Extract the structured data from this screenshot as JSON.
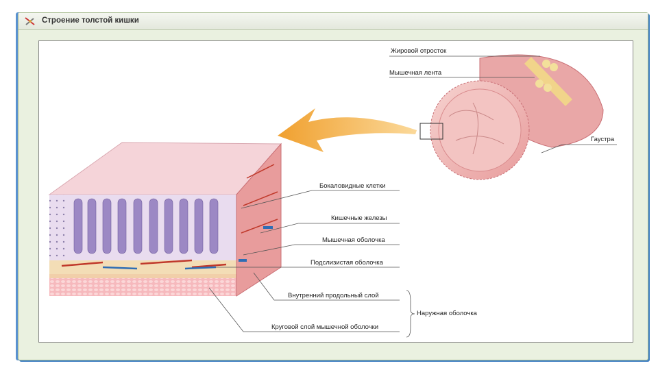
{
  "window": {
    "title": "Строение толстой кишки",
    "icon": "microscope-icon"
  },
  "labels": {
    "fat_process": "Жировой отросток",
    "muscle_band": "Мышечная лента",
    "haustra": "Гаустра",
    "goblet_cells": "Бокаловидные клетки",
    "intestinal_glands": "Кишечные железы",
    "muscular_mucosa": "Мышечная оболочка",
    "submucosa": "Подслизистая оболочка",
    "inner_longitudinal": "Внутренний продольный слой",
    "outer_coat": "Наружная оболочка",
    "circular_layer": "Круговой слой мышечной оболочки"
  },
  "colors": {
    "frame_bg": "#eaf1e0",
    "arrow": "#f2a93b",
    "tissue": "#f2c6c6",
    "glands": "#8d7fb8"
  }
}
